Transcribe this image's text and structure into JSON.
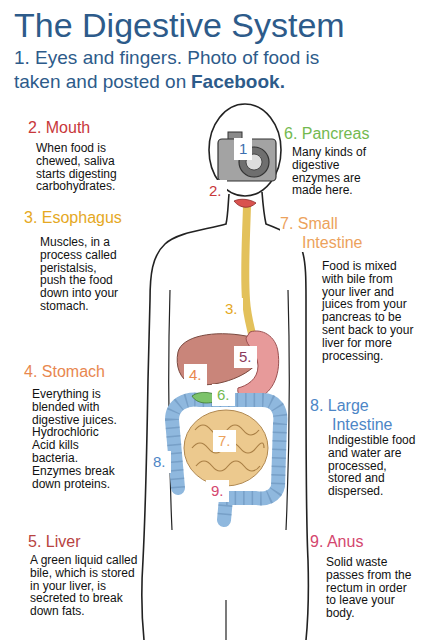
{
  "diagram": {
    "title": "The Digestive System",
    "labels": [
      "1. Eyes and fingers. Photo of food is taken and posted on",
      "Facebook.",
      "2. Mouth",
      "When food is chewed, saliva starts digesting carbohydrates.",
      "3. Esophagus",
      "Muscles, in a process called peristalsis, push the food down into your stomach.",
      "4. Stomach",
      "Everything is blended with digestive juices. Hydrochloric Acid kills bacteria. Enzymes break down proteins.",
      "5. Liver",
      "A green liquid called bile, which is stored in your liver, is secreted to break down fats.",
      "6. Pancreas",
      "Many kinds of digestive enzymes are made here.",
      "7. Small Intestine",
      "Food is mixed with bile from your liver and juices from your pancreas to be sent back to your liver for more processing.",
      "8. Large Intestine",
      "Indigestible food and water are processed, stored and dispersed.",
      "9. Anus",
      "Solid waste passes from the rectum in order to leave your body.",
      "1",
      "2.",
      "3.",
      "5.",
      "4.",
      "6.",
      "7.",
      "8.",
      "9."
    ]
  }
}
